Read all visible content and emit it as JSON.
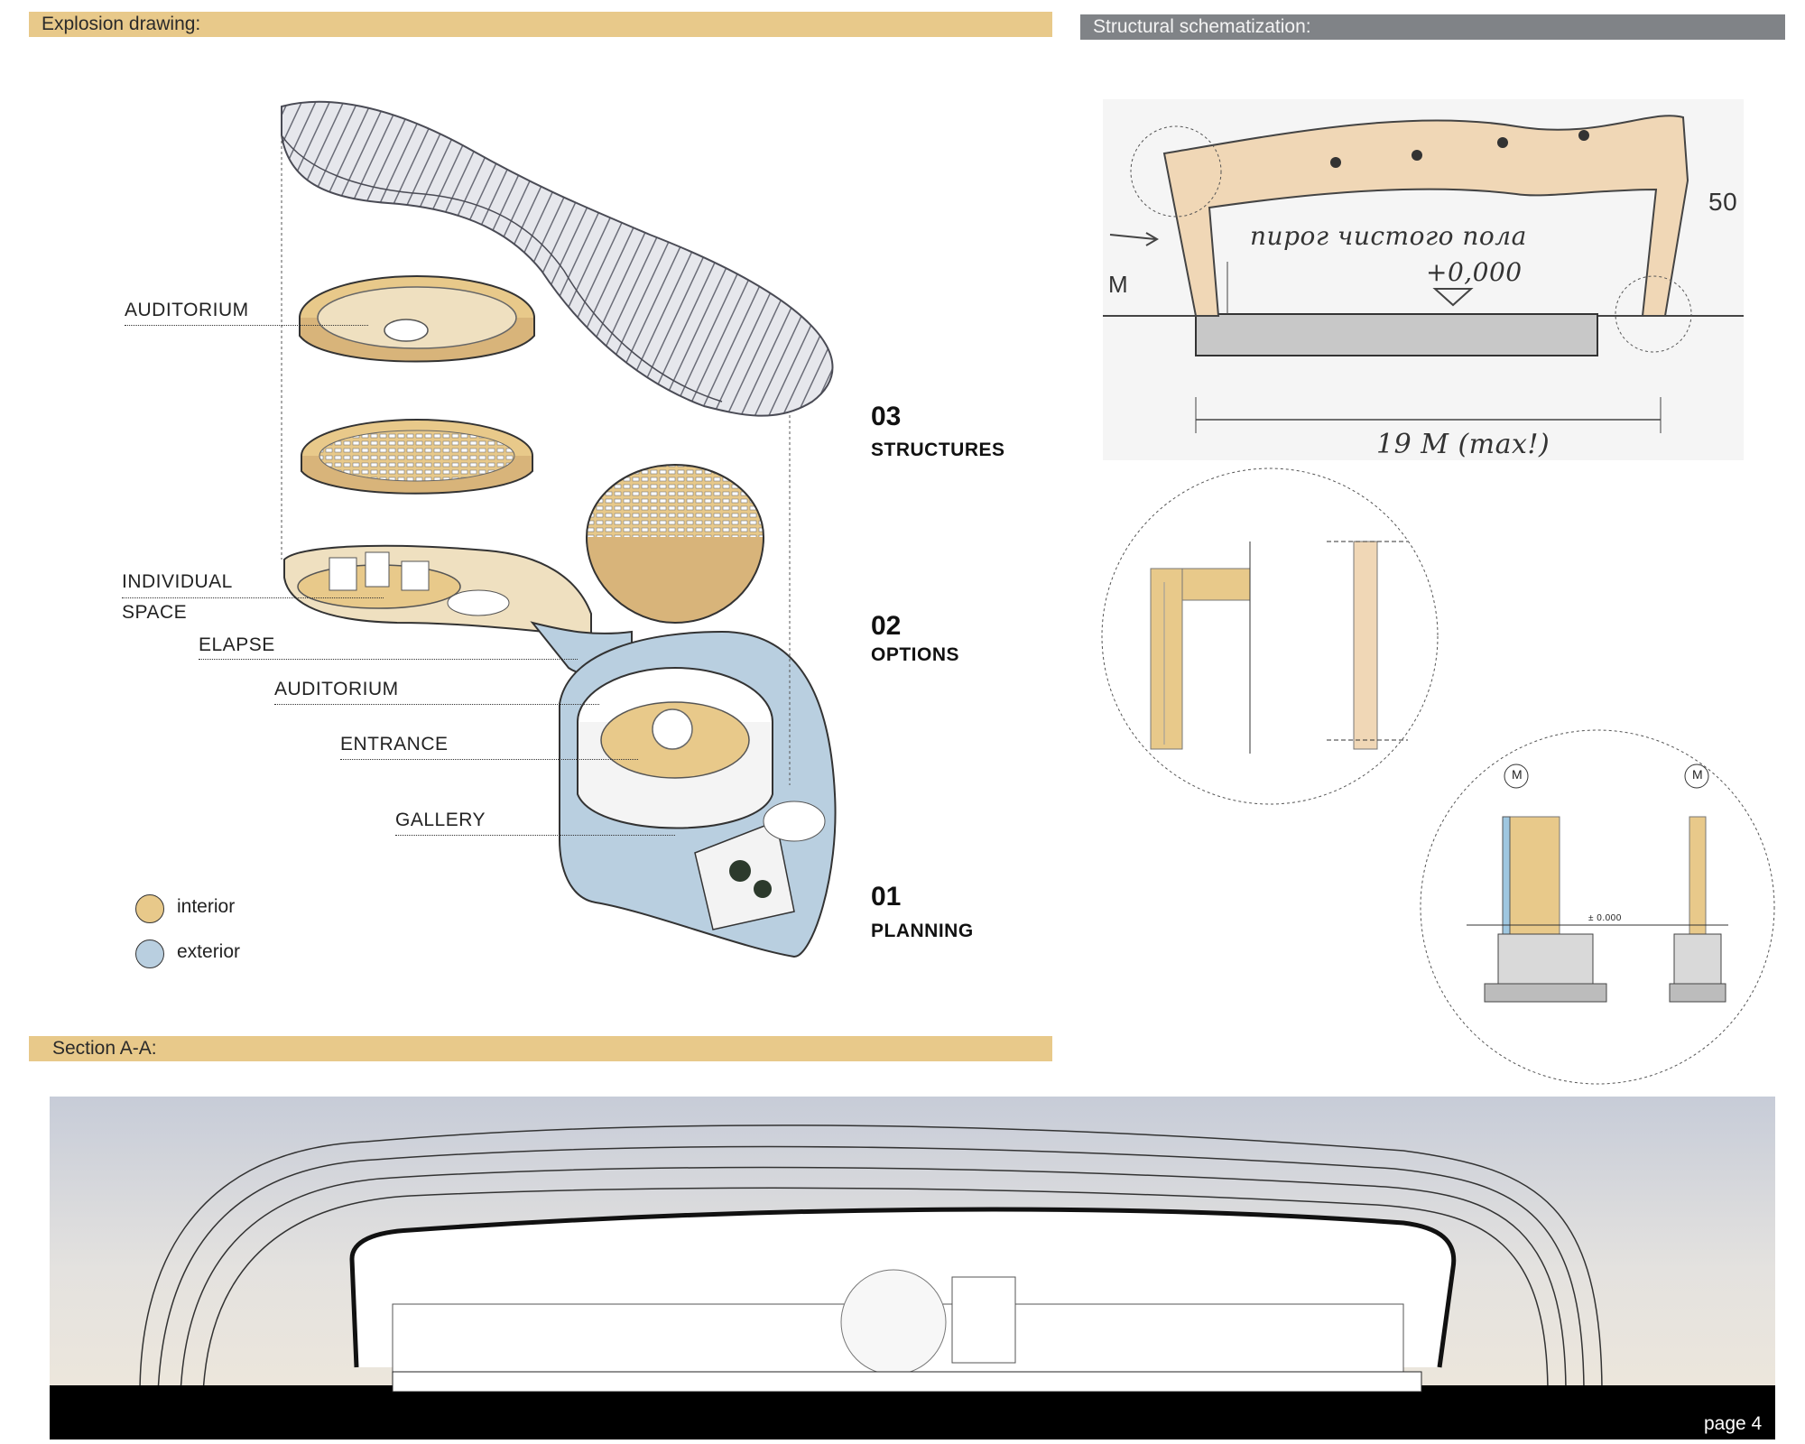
{
  "headers": {
    "explosion": "Explosion drawing:",
    "structural": "Structural schematization:",
    "section": "Section A-A:"
  },
  "explosion": {
    "labels": {
      "auditorium_top": "AUDITORIUM",
      "individual": "INDIVIDUAL",
      "space": "SPACE",
      "elapse": "ELAPSE",
      "auditorium": "AUDITORIUM",
      "entrance": "ENTRANCE",
      "gallery": "GALLERY"
    },
    "steps": [
      {
        "num": "03",
        "name": "STRUCTURES"
      },
      {
        "num": "02",
        "name": "OPTIONS"
      },
      {
        "num": "01",
        "name": "PLANNING"
      }
    ],
    "legend": [
      {
        "label": "interior",
        "color": "#e8c98a"
      },
      {
        "label": "exterior",
        "color": "#b9cfe0"
      }
    ]
  },
  "sketch": {
    "title_text": "пирог чистого пола",
    "level": "+0,000",
    "span": "19 M (max!)",
    "height_mark": "50",
    "left_mark": "M",
    "axis_mark": "M",
    "detail_level": "± 0.000"
  },
  "section": {
    "page": "page 4"
  },
  "colors": {
    "wood": "#f0d7b6",
    "interior": "#e8c98a",
    "exterior": "#b9cfe0",
    "band_yellow": "#e8c98a",
    "band_grey": "#808387"
  }
}
